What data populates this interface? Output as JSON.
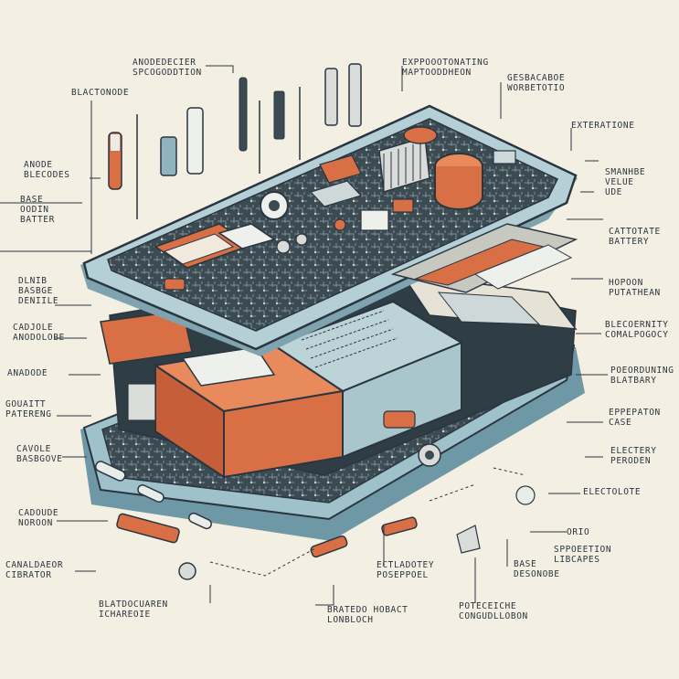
{
  "colors": {
    "background": "#f3efe2",
    "ink": "#2b3540",
    "orange": "#d96f45",
    "teal": "#8fb4bf",
    "teal_light": "#bcd4d8",
    "board": "#3c4a52",
    "silver": "#d9dcd8"
  },
  "labels": [
    {
      "id": "anodedecier",
      "lines": [
        "ANODEDECIER",
        "SPCOGODDTION"
      ]
    },
    {
      "id": "blactonode",
      "lines": [
        "BLACTONODE"
      ]
    },
    {
      "id": "anode-blecodes",
      "lines": [
        "ANODE",
        "BLECODES"
      ]
    },
    {
      "id": "base-oodin-batter",
      "lines": [
        "BASE",
        "OODIN",
        "BATTER"
      ]
    },
    {
      "id": "dlnib",
      "lines": [
        "DLNIB",
        "BASBGE",
        "DENIILE"
      ]
    },
    {
      "id": "cadjole",
      "lines": [
        "CADJOLE",
        "ANODOLOBE"
      ]
    },
    {
      "id": "anadode",
      "lines": [
        "ANADODE"
      ]
    },
    {
      "id": "gouaitt",
      "lines": [
        "GOUAITT",
        "PATERENG"
      ]
    },
    {
      "id": "cavole",
      "lines": [
        "CAVOLE",
        "BASBGOVE"
      ]
    },
    {
      "id": "cadoude",
      "lines": [
        "CADOUDE",
        "NOROON"
      ]
    },
    {
      "id": "canaldaeor",
      "lines": [
        "CANALDAEOR",
        "CIBRATOR"
      ]
    },
    {
      "id": "blatdocuaren",
      "lines": [
        "BLATDOCUAREN",
        "ICHAREOIE"
      ]
    },
    {
      "id": "exppoootonating",
      "lines": [
        "EXPPOOOTONATING",
        "MAPTOODDHEON"
      ]
    },
    {
      "id": "gesbacaboe",
      "lines": [
        "GESBACABOE",
        "WORBETOTIO"
      ]
    },
    {
      "id": "exteratione",
      "lines": [
        "EXTERATIONE"
      ]
    },
    {
      "id": "smanhbe",
      "lines": [
        "SMANHBE",
        "VELUE",
        "UDE"
      ]
    },
    {
      "id": "cattotate",
      "lines": [
        "CATTOTATE",
        "BATTERY"
      ]
    },
    {
      "id": "hopoon",
      "lines": [
        "HOPOON",
        "PUTATHEAN"
      ]
    },
    {
      "id": "blecoernity",
      "lines": [
        "BLECOERNITY",
        "COMALPOGOCY"
      ]
    },
    {
      "id": "poeorduning",
      "lines": [
        "POEORDUNING",
        "BLATBARY"
      ]
    },
    {
      "id": "eppepaton",
      "lines": [
        "EPPEPATON",
        "CASE"
      ]
    },
    {
      "id": "electery",
      "lines": [
        "ELECTERY",
        "PERODEN"
      ]
    },
    {
      "id": "electolote",
      "lines": [
        "ELECTOLOTE"
      ]
    },
    {
      "id": "orio",
      "lines": [
        "ORIO"
      ]
    },
    {
      "id": "sppoetion",
      "lines": [
        "SPPOEETION",
        "LIBCAPES"
      ]
    },
    {
      "id": "base-desonobe",
      "lines": [
        "BASE",
        "DESONOBE"
      ]
    },
    {
      "id": "ectladotey",
      "lines": [
        "ECTLADOTEY",
        "POSEPPOEL"
      ]
    },
    {
      "id": "poteceiche",
      "lines": [
        "POTECEICHE",
        "CONGUDLLOBON"
      ]
    },
    {
      "id": "bratedo",
      "lines": [
        "BRATEDO HOBACT",
        "LONBLOCH"
      ]
    }
  ]
}
